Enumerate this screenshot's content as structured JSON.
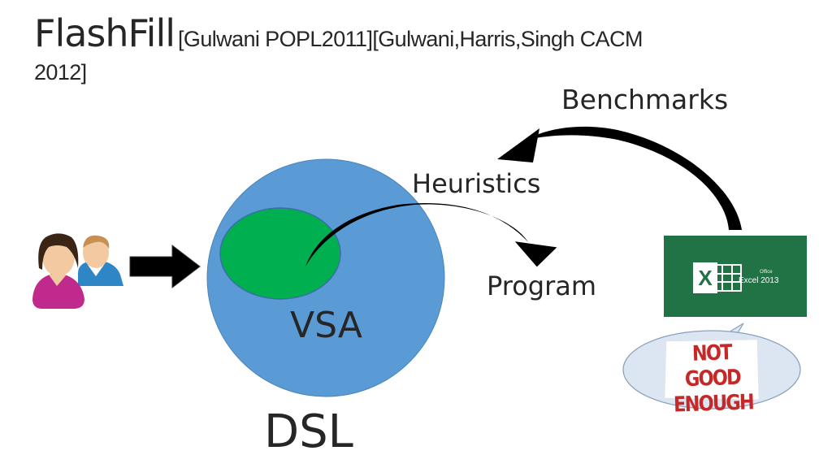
{
  "title": {
    "main": "FlashFill",
    "citation_line1": "[Gulwani POPL2011][Gulwani,Harris,Singh CACM",
    "citation_line2": "2012]"
  },
  "labels": {
    "benchmarks": "Benchmarks",
    "heuristics": "Heuristics",
    "program": "Program",
    "vsa": "VSA",
    "dsl": "DSL"
  },
  "excel": {
    "letter": "X",
    "office": "Office",
    "product": "Excel 2013"
  },
  "bubble": {
    "line1": "NOT GOOD",
    "line2": "ENOUGH"
  },
  "icons": [
    "users-icon",
    "right-arrow-icon",
    "excel-icon",
    "speech-bubble-icon"
  ],
  "colors": {
    "dsl_circle": "#5B9BD5",
    "vsa_ellipse": "#00B050",
    "excel_green": "#217346",
    "bubble_fill": "#DCE6F2",
    "bubble_text": "#C62828",
    "text": "#262626"
  }
}
